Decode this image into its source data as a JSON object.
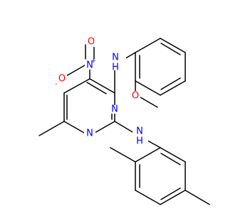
{
  "colors": {
    "background": "#ffffff",
    "bond": "#000000",
    "nitrogen": "#0000ff",
    "oxygen": "#ff0000"
  },
  "labels": {
    "amine_n_top": "N",
    "amine_h_top": "H",
    "amine_n_bottom": "N",
    "amine_h_bottom": "H",
    "ring_n_right": "N",
    "ring_n_bottom": "N",
    "nitro_n": "N",
    "nitro_plus": "+",
    "nitro_o_minus": "O",
    "nitro_minus": "-",
    "nitro_o_top": "O",
    "methoxy_o": "O"
  }
}
